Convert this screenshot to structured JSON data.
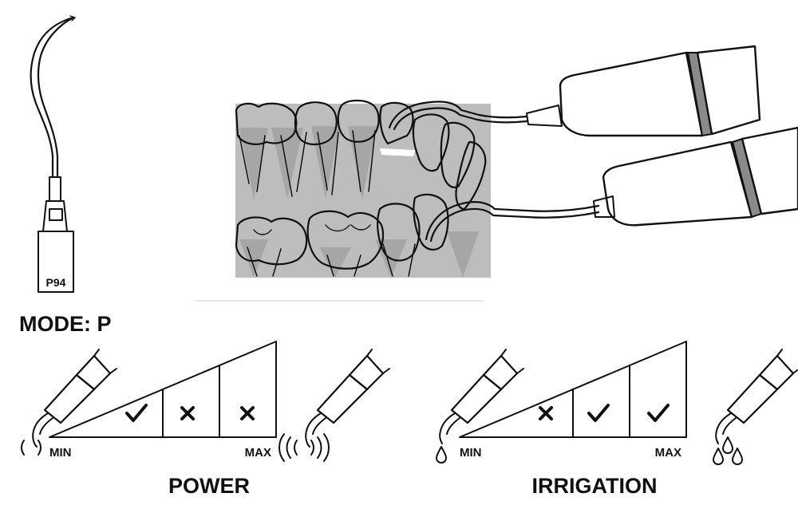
{
  "tip": {
    "code": "P94"
  },
  "mode": {
    "label": "MODE: P"
  },
  "power": {
    "title": "POWER",
    "min_label": "MIN",
    "max_label": "MAX",
    "levels": [
      "check",
      "cross",
      "cross"
    ]
  },
  "irrigation": {
    "title": "IRRIGATION",
    "min_label": "MIN",
    "max_label": "MAX",
    "levels": [
      "cross",
      "check",
      "check"
    ]
  },
  "colors": {
    "ink": "#111111",
    "gum": "#bdbdbd",
    "gum_dark": "#9a9a9a",
    "handpiece": "#eeeeee",
    "handpiece_band": "#8a8a8a"
  },
  "icons": [
    "scaler-tip-icon",
    "handpiece-icon",
    "check-icon",
    "cross-icon",
    "vibration-icon",
    "water-drop-icon"
  ]
}
